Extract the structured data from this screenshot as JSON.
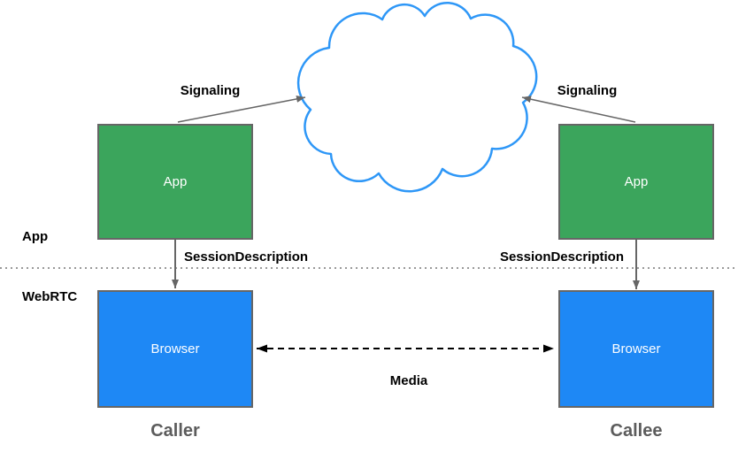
{
  "colors": {
    "green": "#3BA55C",
    "blue": "#1E88F5",
    "cloud": "#2E97F7",
    "border": "#666666",
    "arrow": "#666666",
    "media": "#000000",
    "dotted": "#999999",
    "caption": "#5C5C5C"
  },
  "layers": {
    "app": "App",
    "webrtc": "WebRTC"
  },
  "caller": {
    "app": "App",
    "browser": "Browser",
    "title": "Caller"
  },
  "callee": {
    "app": "App",
    "browser": "Browser",
    "title": "Callee"
  },
  "arrows": {
    "signaling_left": "Signaling",
    "signaling_right": "Signaling",
    "session_left": "SessionDescription",
    "session_right": "SessionDescription",
    "media": "Media"
  }
}
